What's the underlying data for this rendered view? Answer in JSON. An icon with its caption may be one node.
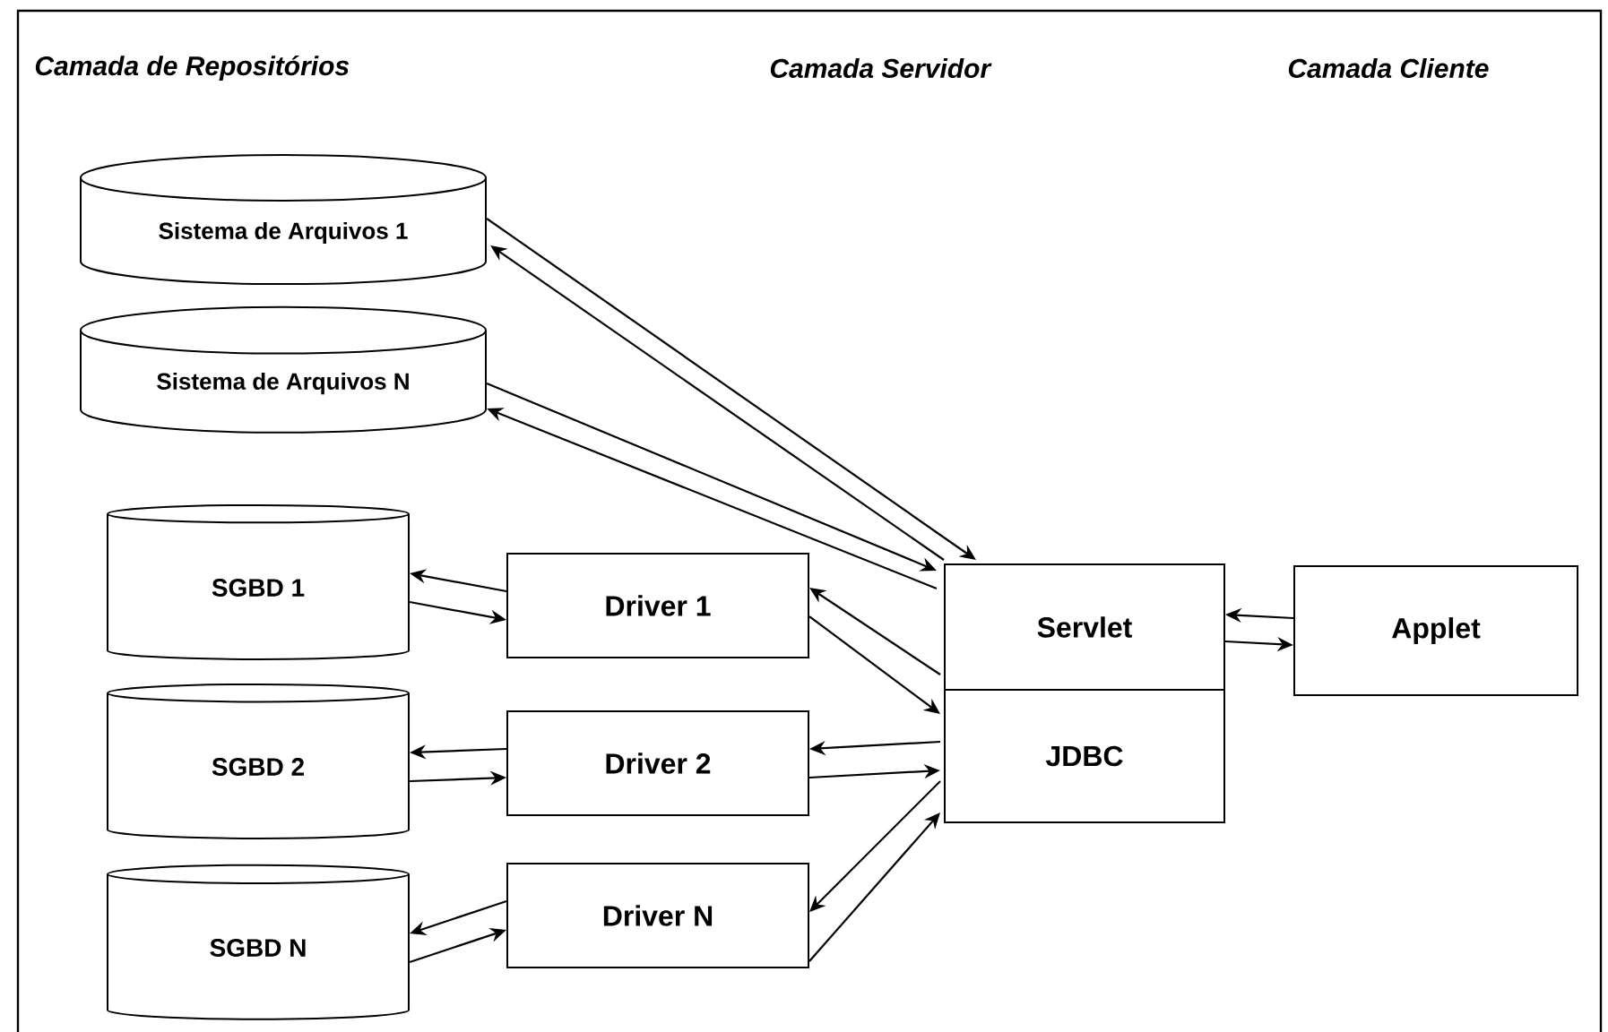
{
  "diagram": {
    "nodes": [
      {
        "text": [
          "Sistema de Arquivos 1"
        ]
      },
      {
        "text": [
          "Sistema de Arquivos N"
        ]
      },
      {
        "text": [
          "SGBD 1"
        ]
      },
      {
        "text": [
          "SGBD 2"
        ]
      },
      {
        "text": [
          "SGBD N"
        ]
      },
      {
        "text": [
          "Driver 1"
        ]
      },
      {
        "text": [
          "Driver 2"
        ]
      },
      {
        "text": [
          "Driver N"
        ]
      },
      {
        "text": [
          "Servlet"
        ]
      },
      {
        "text": [
          "JDBC"
        ]
      },
      {
        "text": [
          "Applet"
        ]
      }
    ],
    "edges": [
      {
        "from": 0,
        "to": 8,
        "arrow": "to"
      },
      {
        "from": 8,
        "to": 0,
        "arrow": "to"
      },
      {
        "from": 1,
        "to": 8,
        "arrow": "to"
      },
      {
        "from": 8,
        "to": 1,
        "arrow": "to"
      },
      {
        "from": 5,
        "to": 2,
        "arrow": "to"
      },
      {
        "from": 2,
        "to": 5,
        "arrow": "to"
      },
      {
        "from": 6,
        "to": 3,
        "arrow": "to"
      },
      {
        "from": 3,
        "to": 6,
        "arrow": "to"
      },
      {
        "from": 7,
        "to": 4,
        "arrow": "to"
      },
      {
        "from": 4,
        "to": 7,
        "arrow": "to"
      },
      {
        "from": 9,
        "to": 5,
        "arrow": "to"
      },
      {
        "from": 5,
        "to": 9,
        "arrow": "to"
      },
      {
        "from": 9,
        "to": 6,
        "arrow": "to"
      },
      {
        "from": 6,
        "to": 9,
        "arrow": "to"
      },
      {
        "from": 9,
        "to": 7,
        "arrow": "to"
      },
      {
        "from": 7,
        "to": 9,
        "arrow": "to"
      },
      {
        "from": 10,
        "to": 8,
        "arrow": "to"
      },
      {
        "from": 8,
        "to": 10,
        "arrow": "to"
      }
    ],
    "labels": [
      "Camada de Repositórios",
      "Camada Servidor",
      "Camada Cliente"
    ]
  }
}
